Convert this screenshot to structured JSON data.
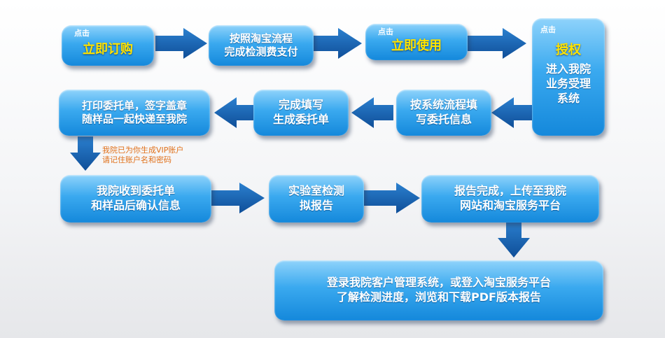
{
  "steps": {
    "s1": {
      "small": "点击",
      "main": "立即订购"
    },
    "s2": {
      "line1": "按照淘宝流程",
      "line2": "完成检测费支付"
    },
    "s3": {
      "small": "点击",
      "main": "立即使用"
    },
    "s4": {
      "small": "点击",
      "main": "授权",
      "line1": "进入我院",
      "line2": "业务受理",
      "line3": "系统"
    },
    "s5": {
      "line1": "按系统流程填",
      "line2": "写委托信息"
    },
    "s6": {
      "line1": "完成填写",
      "line2": "生成委托单"
    },
    "s7": {
      "line1": "打印委托单，签字盖章",
      "line2": "随样品一起快递至我院"
    },
    "s8": {
      "line1": "我院收到委托单",
      "line2": "和样品后确认信息"
    },
    "s9": {
      "line1": "实验室检测",
      "line2": "拟报告"
    },
    "s10": {
      "line1": "报告完成，上传至我院",
      "line2": "网站和淘宝服务平台"
    },
    "s11": {
      "line1": "登录我院客户管理系统，或登入淘宝服务平台",
      "line2": "了解检测进度，浏览和下载PDF版本报告"
    }
  },
  "note": {
    "line1": "我院已为你生成VIP账户",
    "line2": "请记住账户名和密码"
  },
  "colors": {
    "box_top": "#8fd3fb",
    "box_bottom": "#1488db",
    "arrow": "#1a64b0",
    "highlight_text": "#ffe300",
    "note_text": "#e0701a"
  }
}
